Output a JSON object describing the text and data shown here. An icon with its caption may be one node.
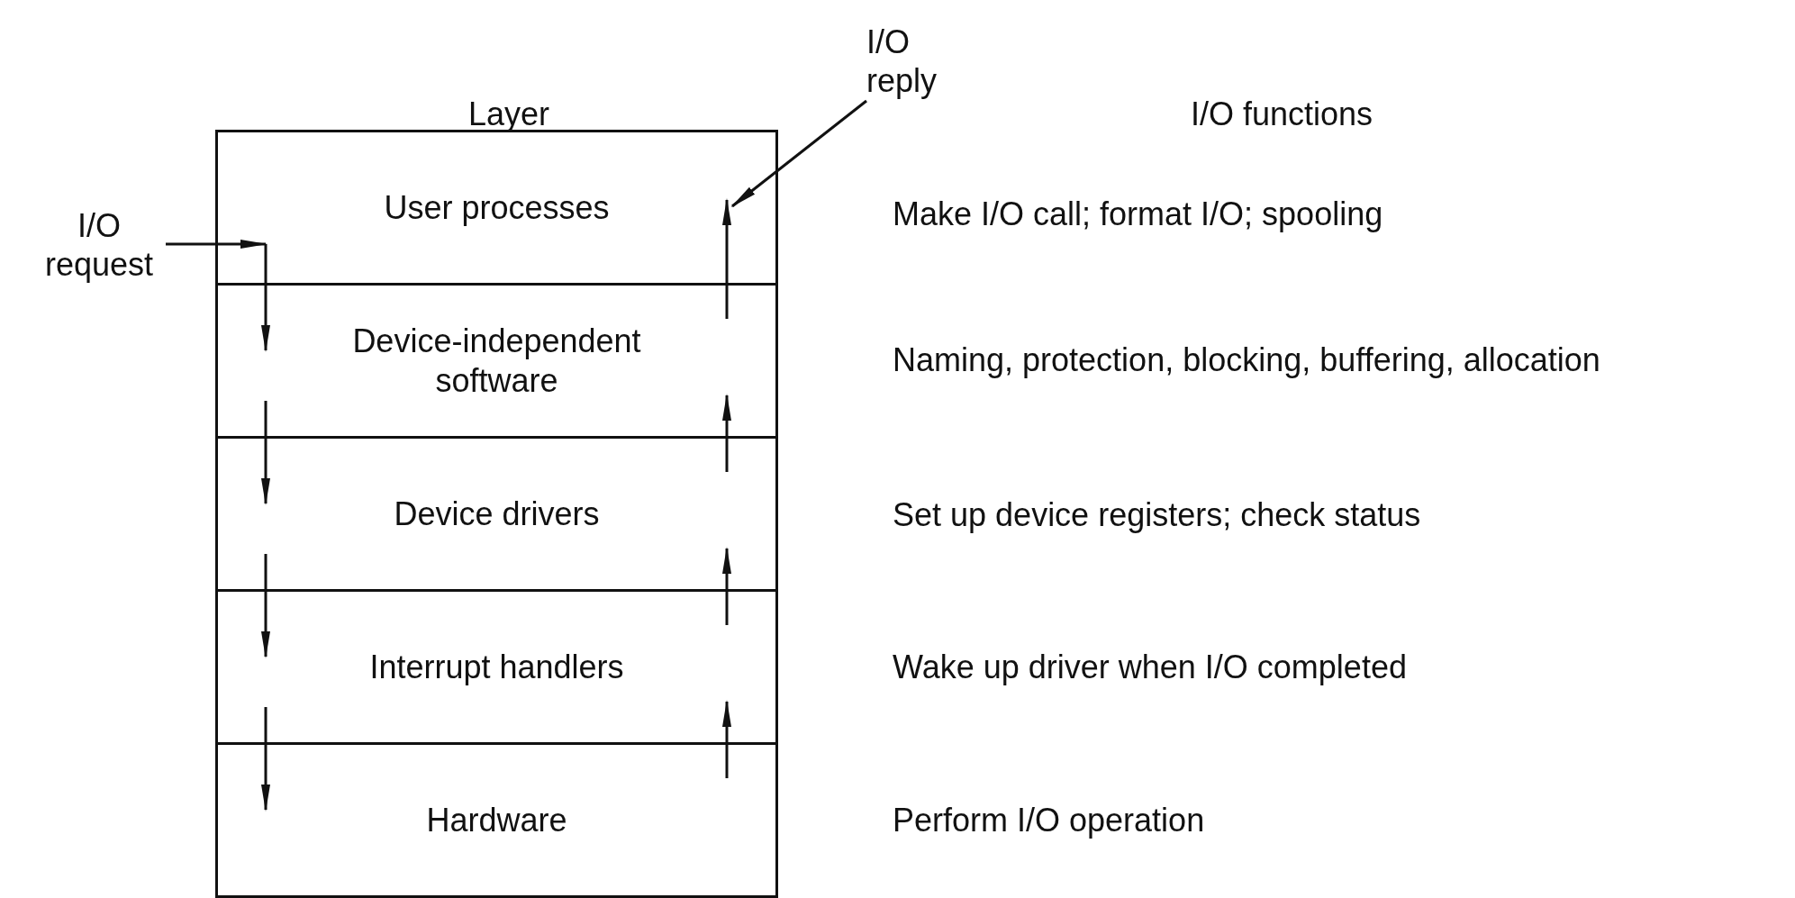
{
  "diagram": {
    "nodes": [
      {
        "text": [
          "I/O request"
        ]
      },
      {
        "text": [
          "I/O reply"
        ]
      },
      {
        "text": [
          "User processes"
        ]
      },
      {
        "text": [
          "Device-independent software"
        ]
      },
      {
        "text": [
          "Device drivers"
        ]
      },
      {
        "text": [
          "Interrupt handlers"
        ]
      },
      {
        "text": [
          "Hardware"
        ]
      }
    ],
    "edges": [
      {
        "from": 0,
        "to": 2,
        "arrow": "to"
      },
      {
        "from": 1,
        "to": 2,
        "arrow": "to"
      },
      {
        "from": 2,
        "to": 3,
        "arrow": "to"
      },
      {
        "from": 3,
        "to": 4,
        "arrow": "to"
      },
      {
        "from": 4,
        "to": 5,
        "arrow": "to"
      },
      {
        "from": 5,
        "to": 6,
        "arrow": "to"
      },
      {
        "from": 6,
        "to": 5,
        "arrow": "to"
      },
      {
        "from": 5,
        "to": 4,
        "arrow": "to"
      },
      {
        "from": 4,
        "to": 3,
        "arrow": "to"
      },
      {
        "from": 3,
        "to": 2,
        "arrow": "to"
      }
    ],
    "labels": [
      "Layer",
      "I/O functions",
      "Make I/O call; format I/O; spooling",
      "Naming, protection, blocking, buffering, allocation",
      "Set up device registers; check status",
      "Wake up driver when I/O completed",
      "Perform I/O operation"
    ]
  }
}
